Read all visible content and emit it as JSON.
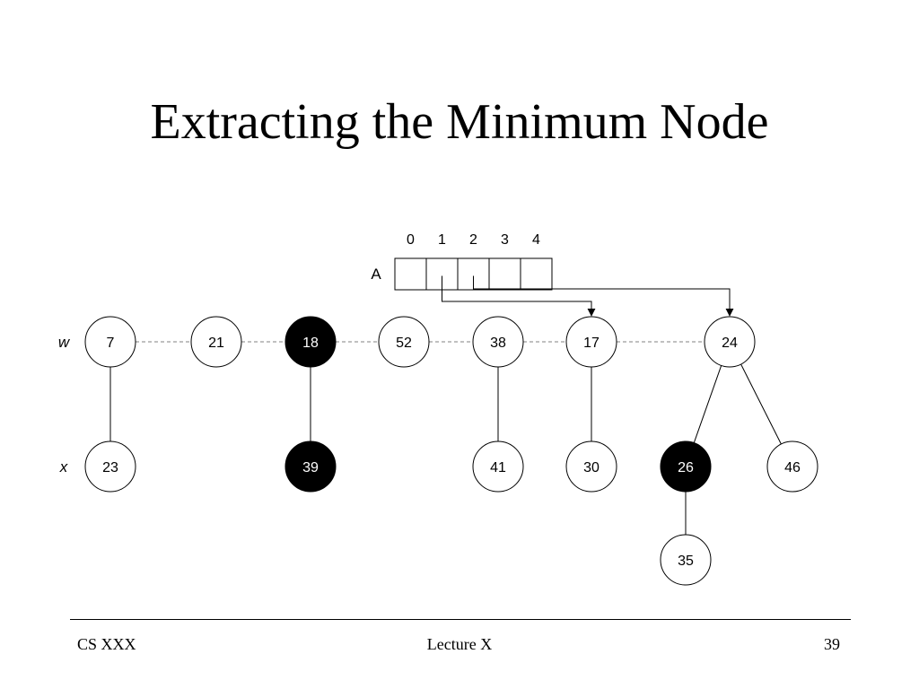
{
  "slide": {
    "title": "Extracting the Minimum Node"
  },
  "diagram": {
    "array": {
      "label": "A",
      "indices": [
        "0",
        "1",
        "2",
        "3",
        "4"
      ],
      "pointers": [
        {
          "from_index": 1,
          "to": "17"
        },
        {
          "from_index": 2,
          "to": "24"
        }
      ]
    },
    "row_labels": {
      "w": "w",
      "x": "x"
    },
    "root_list": [
      "7",
      "21",
      "18",
      "52",
      "38",
      "17",
      "24"
    ],
    "nodes": [
      {
        "id": "7",
        "label": "7",
        "marked": false
      },
      {
        "id": "21",
        "label": "21",
        "marked": false
      },
      {
        "id": "18",
        "label": "18",
        "marked": true
      },
      {
        "id": "52",
        "label": "52",
        "marked": false
      },
      {
        "id": "38",
        "label": "38",
        "marked": false
      },
      {
        "id": "17",
        "label": "17",
        "marked": false
      },
      {
        "id": "24",
        "label": "24",
        "marked": false
      },
      {
        "id": "23",
        "label": "23",
        "marked": false
      },
      {
        "id": "39",
        "label": "39",
        "marked": true
      },
      {
        "id": "41",
        "label": "41",
        "marked": false
      },
      {
        "id": "30",
        "label": "30",
        "marked": false
      },
      {
        "id": "26",
        "label": "26",
        "marked": true
      },
      {
        "id": "46",
        "label": "46",
        "marked": false
      },
      {
        "id": "35",
        "label": "35",
        "marked": false
      }
    ],
    "edges": [
      {
        "from": "7",
        "to": "23"
      },
      {
        "from": "18",
        "to": "39"
      },
      {
        "from": "38",
        "to": "41"
      },
      {
        "from": "17",
        "to": "30"
      },
      {
        "from": "24",
        "to": "26"
      },
      {
        "from": "24",
        "to": "46"
      },
      {
        "from": "26",
        "to": "35"
      }
    ],
    "colors": {
      "marked_fill": "#000000",
      "marked_text": "#ffffff",
      "normal_fill": "#ffffff",
      "normal_text": "#000000",
      "stroke": "#000000",
      "root_link": "#808080"
    }
  },
  "footer": {
    "left": "CS XXX",
    "center": "Lecture X",
    "right": "39"
  }
}
